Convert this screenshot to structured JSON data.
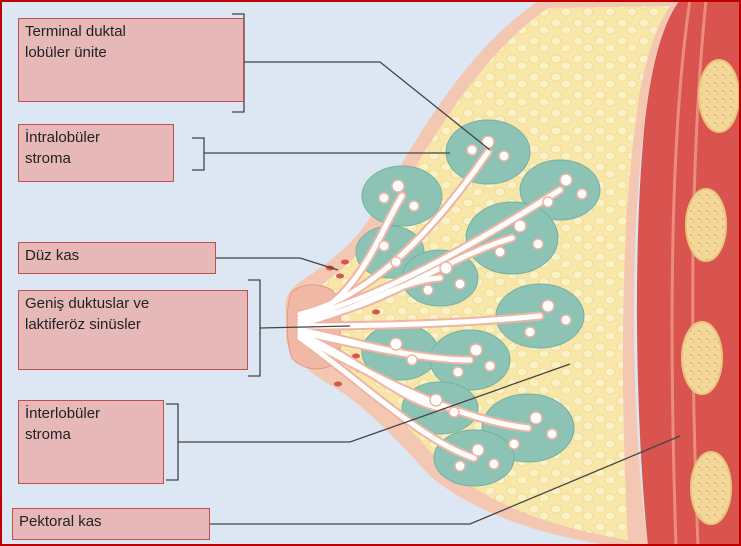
{
  "diagram": {
    "labels": {
      "terminal_duct": "Terminal duktal\nlobüler ünite",
      "intralobular_stroma": "İntralobüler\nstroma",
      "smooth_muscle": "Düz kas",
      "wide_ducts": "Geniş duktuslar ve\nlaktiferöz sinüsler",
      "interlobular_stroma": "İnterlobüler\nstroma",
      "pectoral_muscle": "Pektoral kas"
    },
    "colors": {
      "frame": "#c00000",
      "background": "#dde6f3",
      "fat": "#f8e7a8",
      "fat_cell": "#fbf1c6",
      "skin": "#f3c7b2",
      "muscle": "#d9534f",
      "muscle_light": "#e98e7d",
      "lobule": "#8cc3b5",
      "duct_outline": "#f0b4a4",
      "rib": "#f4d79a",
      "label_fill": "#e6b8b7",
      "label_border": "#c0504d",
      "leader": "#444444"
    }
  }
}
